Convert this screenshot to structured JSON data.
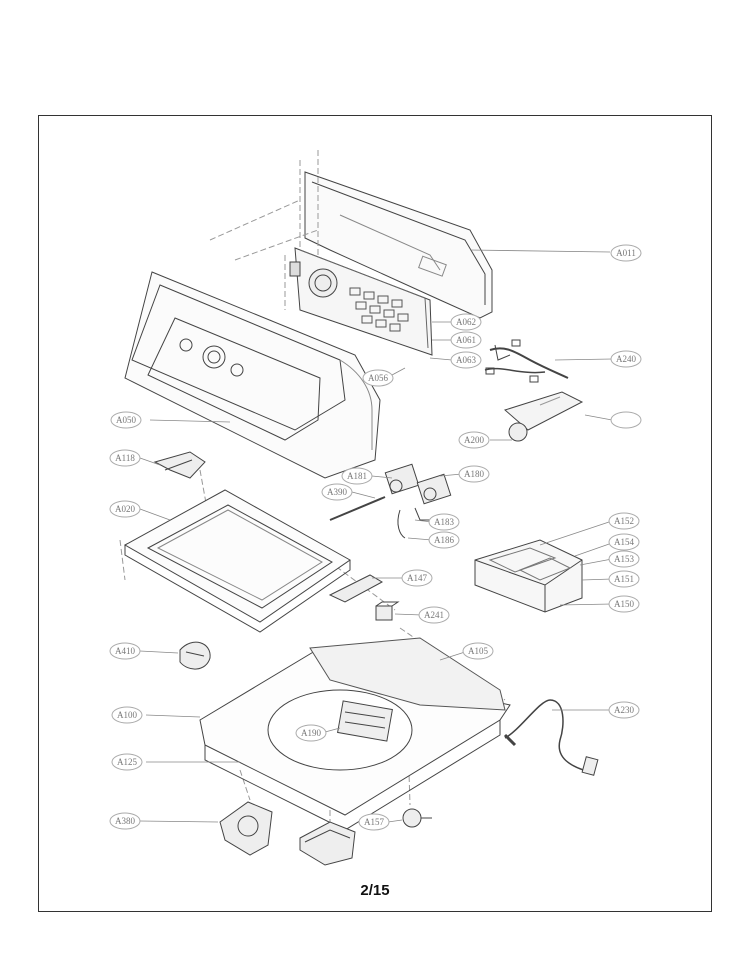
{
  "page": {
    "number": "2/15"
  },
  "callouts": {
    "A011": "A011",
    "A062": "A062",
    "A061": "A061",
    "A063": "A063",
    "A056": "A056",
    "A240": "A240",
    "A050": "A050",
    "A200": "A200",
    "A118": "A118",
    "A181": "A181",
    "A180": "A180",
    "A390": "A390",
    "A020": "A020",
    "A183": "A183",
    "A186": "A186",
    "A152": "A152",
    "A154": "A154",
    "A153": "A153",
    "A151": "A151",
    "A150": "A150",
    "A147": "A147",
    "A241": "A241",
    "A410": "A410",
    "A105": "A105",
    "A100": "A100",
    "A230": "A230",
    "A190": "A190",
    "A125": "A125",
    "A380": "A380",
    "A157": "A157"
  }
}
